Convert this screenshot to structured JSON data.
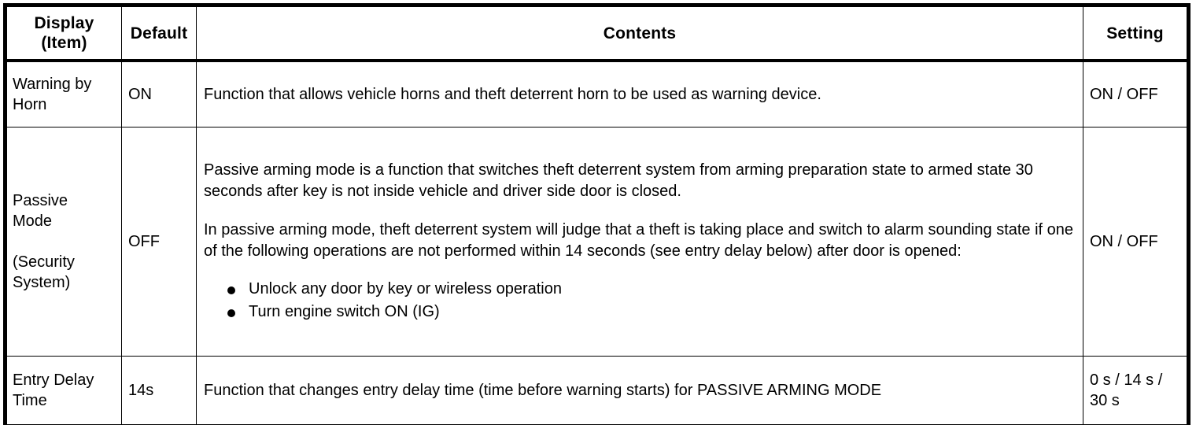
{
  "table": {
    "columns": [
      {
        "key": "display",
        "label_line1": "Display",
        "label_line2": "(Item)"
      },
      {
        "key": "default",
        "label": "Default"
      },
      {
        "key": "contents",
        "label": "Contents"
      },
      {
        "key": "setting",
        "label": "Setting"
      }
    ],
    "rows": [
      {
        "display_line1": "Warning by",
        "display_line2": "Horn",
        "default": "ON",
        "contents_paragraphs": [
          "Function that allows vehicle horns and theft deterrent horn to be used as warning device."
        ],
        "bullets": [],
        "setting": "ON / OFF"
      },
      {
        "display_line1": "Passive",
        "display_line2": "Mode",
        "display_line3": "(Security",
        "display_line4": "System)",
        "default": "OFF",
        "contents_paragraphs": [
          "Passive arming mode is a function that switches theft deterrent system from arming preparation state to armed state 30 seconds after key is not inside vehicle and driver side door is closed.",
          "In passive arming mode, theft deterrent system will judge that a theft is taking place and switch to alarm sounding state if one of the following operations are not performed within 14 seconds (see entry delay below) after door is opened:"
        ],
        "bullets": [
          "Unlock any door by key or wireless operation",
          "Turn engine switch ON (IG)"
        ],
        "setting": "ON / OFF"
      },
      {
        "display_line1": "Entry Delay",
        "display_line2": "Time",
        "default": "14s",
        "contents_paragraphs": [
          "Function that changes entry delay time (time before warning starts) for PASSIVE ARMING MODE"
        ],
        "bullets": [],
        "setting_line1": "0 s / 14 s /",
        "setting_line2": "30 s"
      }
    ]
  },
  "colors": {
    "border": "#000000",
    "text": "#000000",
    "background": "#ffffff"
  }
}
